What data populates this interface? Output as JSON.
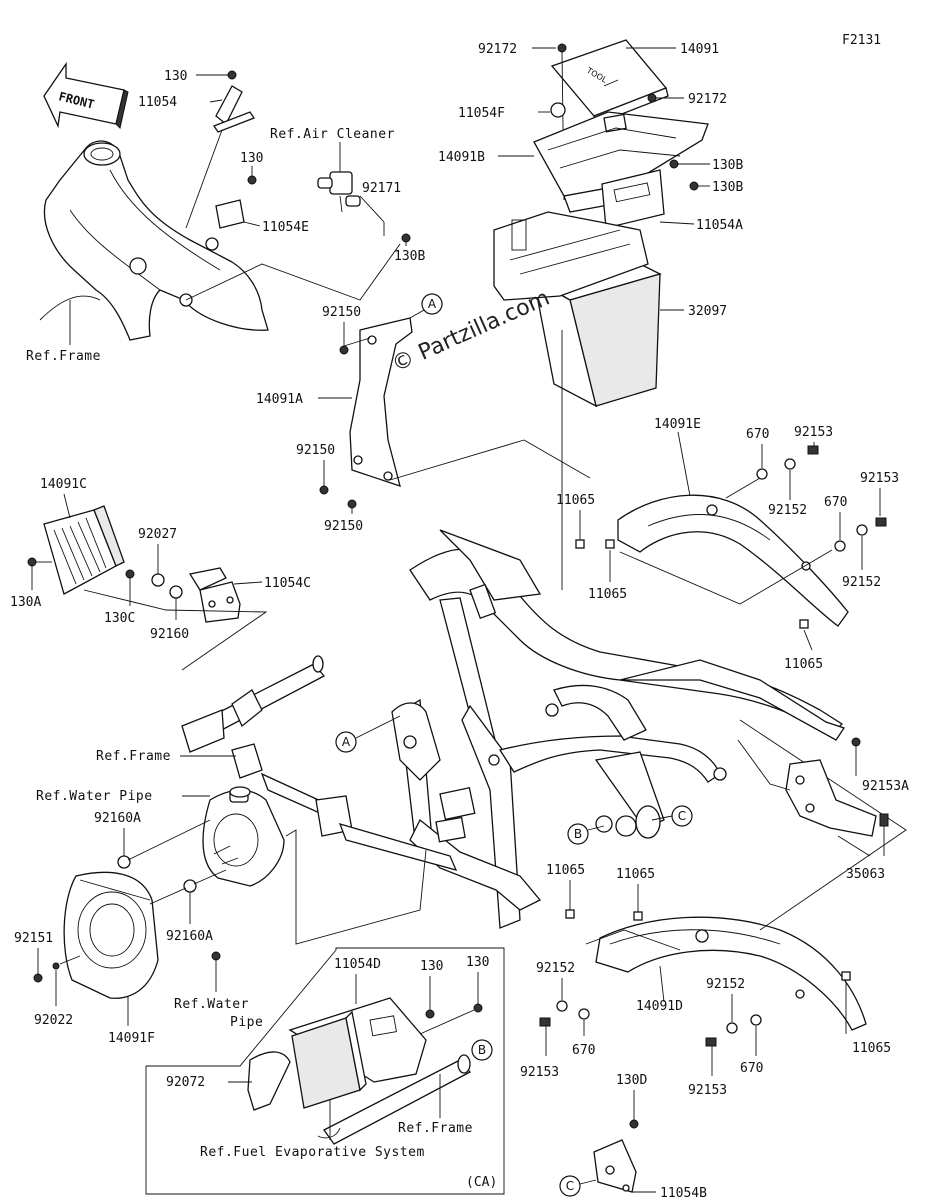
{
  "diagram_code": "F2131",
  "watermark": "© Partzilla.com",
  "front_arrow": "FRONT",
  "region_tag": "(CA)",
  "callouts": [
    "A",
    "A",
    "B",
    "B",
    "C",
    "C"
  ],
  "refs": {
    "frame_top": "Ref.Frame",
    "air_cleaner": "Ref.Air Cleaner",
    "frame_mid": "Ref.Frame",
    "water_pipe_top": "Ref.Water Pipe",
    "water_pipe_bottom_1": "Ref.Water",
    "water_pipe_bottom_2": "Pipe",
    "frame_bottom": "Ref.Frame",
    "fuel_evap": "Ref.Fuel Evaporative System"
  },
  "labels": [
    {
      "id": "p130-a",
      "text": "130"
    },
    {
      "id": "p11054-a",
      "text": "11054"
    },
    {
      "id": "p130-b",
      "text": "130"
    },
    {
      "id": "p11054e",
      "text": "11054E"
    },
    {
      "id": "p92171",
      "text": "92171"
    },
    {
      "id": "p130b-a",
      "text": "130B"
    },
    {
      "id": "p92172-a",
      "text": "92172"
    },
    {
      "id": "p14091",
      "text": "14091"
    },
    {
      "id": "p11054f",
      "text": "11054F"
    },
    {
      "id": "p92172-b",
      "text": "92172"
    },
    {
      "id": "p14091b",
      "text": "14091B"
    },
    {
      "id": "p130b-b",
      "text": "130B"
    },
    {
      "id": "p130b-c",
      "text": "130B"
    },
    {
      "id": "p11054a",
      "text": "11054A"
    },
    {
      "id": "p32097",
      "text": "32097"
    },
    {
      "id": "p92150-a",
      "text": "92150"
    },
    {
      "id": "p14091a",
      "text": "14091A"
    },
    {
      "id": "p92150-b",
      "text": "92150"
    },
    {
      "id": "p92150-c",
      "text": "92150"
    },
    {
      "id": "p92153-a",
      "text": "92153"
    },
    {
      "id": "p14091e",
      "text": "14091E"
    },
    {
      "id": "p670-a",
      "text": "670"
    },
    {
      "id": "p92153-b",
      "text": "92153"
    },
    {
      "id": "p11065-a",
      "text": "11065"
    },
    {
      "id": "p92152-a",
      "text": "92152"
    },
    {
      "id": "p670-b",
      "text": "670"
    },
    {
      "id": "p11065-b",
      "text": "11065"
    },
    {
      "id": "p92152-b",
      "text": "92152"
    },
    {
      "id": "p11065-c",
      "text": "11065"
    },
    {
      "id": "p14091c",
      "text": "14091C"
    },
    {
      "id": "p92027",
      "text": "92027"
    },
    {
      "id": "p11054c",
      "text": "11054C"
    },
    {
      "id": "p130a",
      "text": "130A"
    },
    {
      "id": "p130c",
      "text": "130C"
    },
    {
      "id": "p92160",
      "text": "92160"
    },
    {
      "id": "p92153a",
      "text": "92153A"
    },
    {
      "id": "p35063",
      "text": "35063"
    },
    {
      "id": "p92160a-a",
      "text": "92160A"
    },
    {
      "id": "p92160a-b",
      "text": "92160A"
    },
    {
      "id": "p92151",
      "text": "92151"
    },
    {
      "id": "p92022",
      "text": "92022"
    },
    {
      "id": "p14091f",
      "text": "14091F"
    },
    {
      "id": "p11065-d",
      "text": "11065"
    },
    {
      "id": "p11065-e",
      "text": "11065"
    },
    {
      "id": "p92152-c",
      "text": "92152"
    },
    {
      "id": "p14091d",
      "text": "14091D"
    },
    {
      "id": "p670-c",
      "text": "670"
    },
    {
      "id": "p92153-c",
      "text": "92153"
    },
    {
      "id": "p92152-d",
      "text": "92152"
    },
    {
      "id": "p670-d",
      "text": "670"
    },
    {
      "id": "p11065-f",
      "text": "11065"
    },
    {
      "id": "p92153-d",
      "text": "92153"
    },
    {
      "id": "p11054d",
      "text": "11054D"
    },
    {
      "id": "p130-c",
      "text": "130"
    },
    {
      "id": "p130-d",
      "text": "130"
    },
    {
      "id": "p92072",
      "text": "92072"
    },
    {
      "id": "p130d",
      "text": "130D"
    },
    {
      "id": "p11054b",
      "text": "11054B"
    }
  ]
}
